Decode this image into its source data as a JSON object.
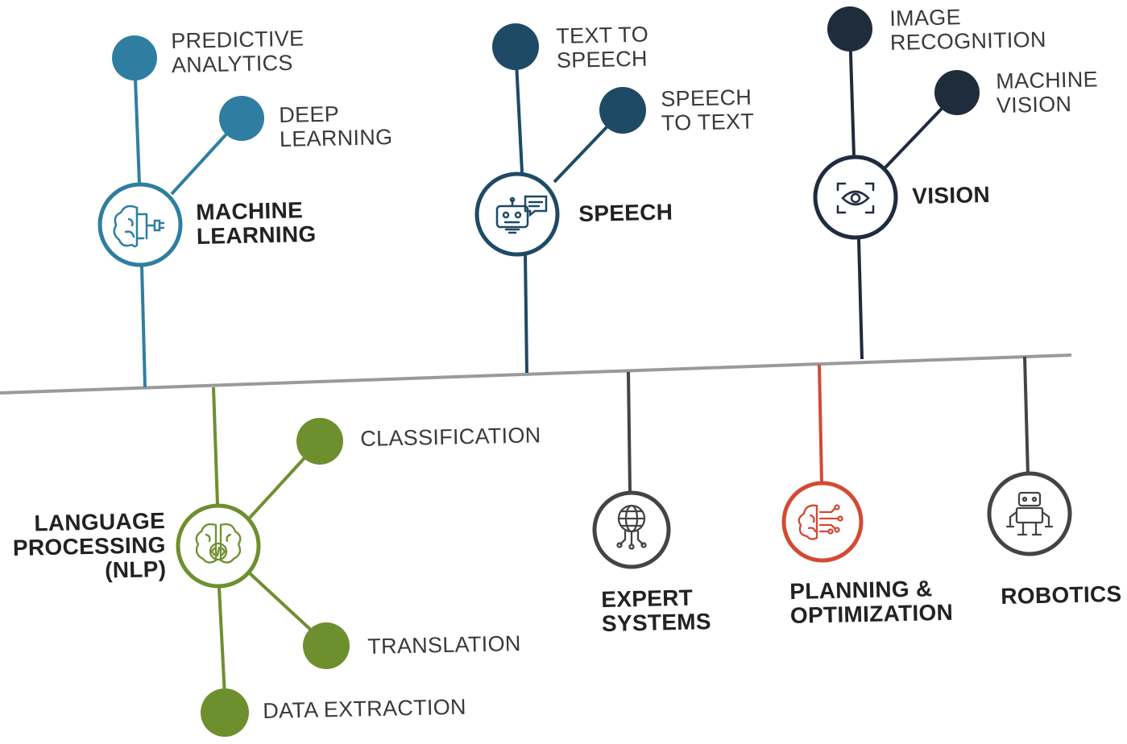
{
  "categories": {
    "machine_learning": {
      "label": "MACHINE\nLEARNING",
      "color": "#2f7ea1",
      "icon": "brain-plug-icon"
    },
    "speech": {
      "label": "SPEECH",
      "color": "#1e4a66",
      "icon": "chat-robot-icon"
    },
    "vision": {
      "label": "VISION",
      "color": "#1f2c3c",
      "icon": "eye-scan-icon"
    },
    "nlp": {
      "label": "LANGUAGE\nPROCESSING\n(NLP)",
      "color": "#6e8f2e",
      "icon": "brain-code-icon"
    },
    "expert_systems": {
      "label": "EXPERT\nSYSTEMS",
      "color": "#444444",
      "icon": "globe-network-icon"
    },
    "planning": {
      "label": "PLANNING &\nOPTIMIZATION",
      "color": "#d24a34",
      "icon": "brain-circuit-icon"
    },
    "robotics": {
      "label": "ROBOTICS",
      "color": "#444444",
      "icon": "robot-icon"
    }
  },
  "subtopics": {
    "predictive_analytics": "PREDICTIVE\nANALYTICS",
    "deep_learning": "DEEP\nLEARNING",
    "text_to_speech": "TEXT TO\nSPEECH",
    "speech_to_text": "SPEECH\nTO TEXT",
    "image_recognition": "IMAGE\nRECOGNITION",
    "machine_vision": "MACHINE\nVISION",
    "classification": "CLASSIFICATION",
    "translation": "TRANSLATION",
    "data_extraction": "DATA EXTRACTION"
  },
  "axis_color": "#9a9a9a"
}
